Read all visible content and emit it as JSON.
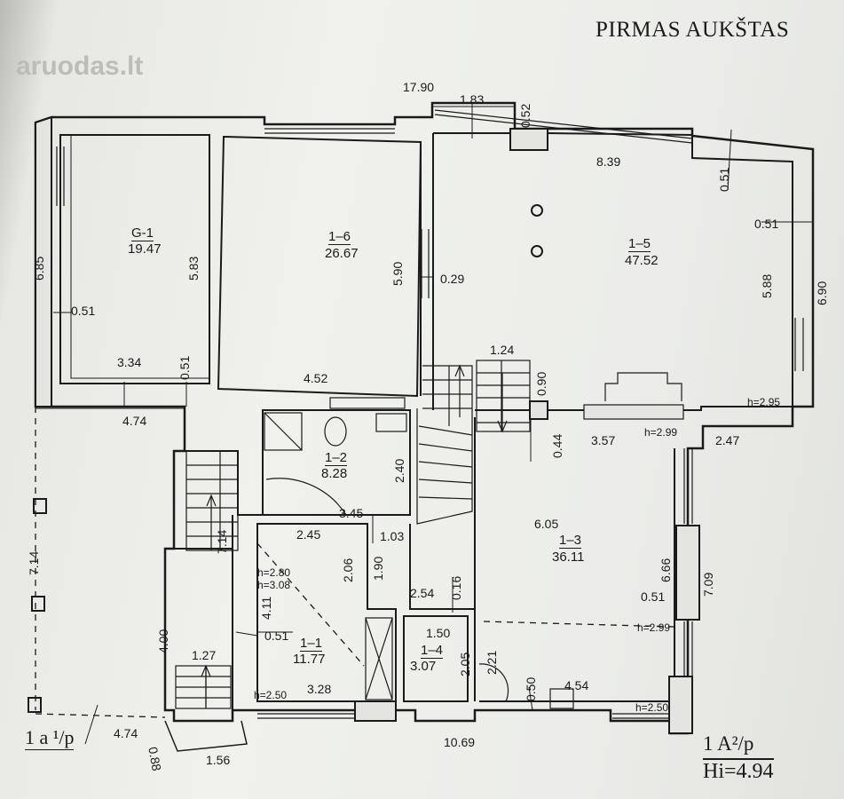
{
  "title": "PIRMAS AUKŠTAS",
  "watermark": "aruodas.lt",
  "scale_label": "1 A²/p",
  "height_label": "Hi=4.94",
  "stair_label": "1 a ¹/p",
  "rooms": [
    {
      "id": "G-1",
      "area": "19.47"
    },
    {
      "id": "1–6",
      "area": "26.67"
    },
    {
      "id": "1–5",
      "area": "47.52"
    },
    {
      "id": "1–2",
      "area": "8.28"
    },
    {
      "id": "1–3",
      "area": "36.11"
    },
    {
      "id": "1–1",
      "area": "11.77"
    },
    {
      "id": "1–4",
      "area": "3.07"
    }
  ],
  "dimensions": {
    "total_top": "17.90",
    "d1_83": "1.83",
    "d0_52": "0.52",
    "d8_39": "8.39",
    "d0_51a": "0.51",
    "d0_51b": "0.51",
    "d6_90": "6.90",
    "d5_88": "5.88",
    "d6_85": "6.85",
    "d5_83": "5.83",
    "d0_51c": "0.51",
    "d3_34": "3.34",
    "d0_51d": "0.51",
    "d4_74a": "4.74",
    "d5_90": "5.90",
    "d0_29": "0.29",
    "d4_52": "4.52",
    "d1_24": "1.24",
    "d0_90": "0.90",
    "d0_44": "0.44",
    "d3_57": "3.57",
    "d2_47": "2.47",
    "d2_40": "2.40",
    "d3_45": "3.45",
    "d7_14a": "7.14",
    "d7_14b": "7.14",
    "d2_45": "2.45",
    "d1_03": "1.03",
    "d2_06": "2.06",
    "d1_90": "1.90",
    "d6_05": "6.05",
    "d6_66": "6.66",
    "d7_09": "7.09",
    "d0_51e": "0.51",
    "d2_54": "2.54",
    "d0_16": "0.16",
    "d4_11": "4.11",
    "d0_51f": "0.51",
    "d4_00": "4.00",
    "d1_27": "1.27",
    "d3_28": "3.28",
    "d1_50": "1.50",
    "d2_05": "2.05",
    "d2_21": "2.21",
    "d0_50": "0.50",
    "d4_54": "4.54",
    "d4_74b": "4.74",
    "d10_69": "10.69",
    "d0_88": "0.88",
    "d1_56": "1.56"
  },
  "heights": {
    "h295": "h=2.95",
    "h299a": "h=2.99",
    "h280": "h=2.80",
    "h308": "h=3.08",
    "h299b": "h=2.99",
    "h250a": "h=2.50",
    "h250b": "h=2.50"
  }
}
